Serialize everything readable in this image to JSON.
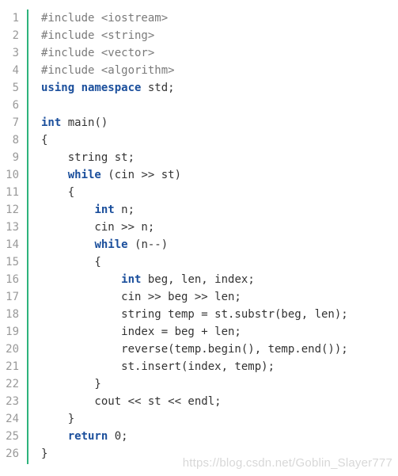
{
  "code": {
    "lines": [
      {
        "no": "1",
        "tokens": [
          {
            "t": "#include <iostream>",
            "k": "pre"
          }
        ]
      },
      {
        "no": "2",
        "tokens": [
          {
            "t": "#include <string>",
            "k": "pre"
          }
        ]
      },
      {
        "no": "3",
        "tokens": [
          {
            "t": "#include <vector>",
            "k": "pre"
          }
        ]
      },
      {
        "no": "4",
        "tokens": [
          {
            "t": "#include <algorithm>",
            "k": "pre"
          }
        ]
      },
      {
        "no": "5",
        "tokens": [
          {
            "t": "using namespace",
            "k": "kw"
          },
          {
            "t": " std;",
            "k": "plain"
          }
        ]
      },
      {
        "no": "6",
        "tokens": []
      },
      {
        "no": "7",
        "tokens": [
          {
            "t": "int",
            "k": "kw"
          },
          {
            "t": " main()",
            "k": "plain"
          }
        ]
      },
      {
        "no": "8",
        "tokens": [
          {
            "t": "{",
            "k": "plain"
          }
        ]
      },
      {
        "no": "9",
        "tokens": [
          {
            "t": "    string st;",
            "k": "plain"
          }
        ]
      },
      {
        "no": "10",
        "tokens": [
          {
            "t": "    ",
            "k": "plain"
          },
          {
            "t": "while",
            "k": "kw"
          },
          {
            "t": " (cin >> st)",
            "k": "plain"
          }
        ]
      },
      {
        "no": "11",
        "tokens": [
          {
            "t": "    {",
            "k": "plain"
          }
        ]
      },
      {
        "no": "12",
        "tokens": [
          {
            "t": "        ",
            "k": "plain"
          },
          {
            "t": "int",
            "k": "kw"
          },
          {
            "t": " n;",
            "k": "plain"
          }
        ]
      },
      {
        "no": "13",
        "tokens": [
          {
            "t": "        cin >> n;",
            "k": "plain"
          }
        ]
      },
      {
        "no": "14",
        "tokens": [
          {
            "t": "        ",
            "k": "plain"
          },
          {
            "t": "while",
            "k": "kw"
          },
          {
            "t": " (n--)",
            "k": "plain"
          }
        ]
      },
      {
        "no": "15",
        "tokens": [
          {
            "t": "        {",
            "k": "plain"
          }
        ]
      },
      {
        "no": "16",
        "tokens": [
          {
            "t": "            ",
            "k": "plain"
          },
          {
            "t": "int",
            "k": "kw"
          },
          {
            "t": " beg, len, index;",
            "k": "plain"
          }
        ]
      },
      {
        "no": "17",
        "tokens": [
          {
            "t": "            cin >> beg >> len;",
            "k": "plain"
          }
        ]
      },
      {
        "no": "18",
        "tokens": [
          {
            "t": "            string temp = st.substr(beg, len);",
            "k": "plain"
          }
        ]
      },
      {
        "no": "19",
        "tokens": [
          {
            "t": "            index = beg + len;",
            "k": "plain"
          }
        ]
      },
      {
        "no": "20",
        "tokens": [
          {
            "t": "            reverse(temp.begin(), temp.end());",
            "k": "plain"
          }
        ]
      },
      {
        "no": "21",
        "tokens": [
          {
            "t": "            st.insert(index, temp);",
            "k": "plain"
          }
        ]
      },
      {
        "no": "22",
        "tokens": [
          {
            "t": "        }",
            "k": "plain"
          }
        ]
      },
      {
        "no": "23",
        "tokens": [
          {
            "t": "        cout << st << endl;",
            "k": "plain"
          }
        ]
      },
      {
        "no": "24",
        "tokens": [
          {
            "t": "    }",
            "k": "plain"
          }
        ]
      },
      {
        "no": "25",
        "tokens": [
          {
            "t": "    ",
            "k": "plain"
          },
          {
            "t": "return",
            "k": "kw"
          },
          {
            "t": " 0;",
            "k": "plain"
          }
        ]
      },
      {
        "no": "26",
        "tokens": [
          {
            "t": "}",
            "k": "plain"
          }
        ]
      }
    ]
  },
  "watermark": "https://blog.csdn.net/Goblin_Slayer777",
  "colors": {
    "keyword": "#1b4f9c",
    "preprocessor": "#7a7a7a",
    "text": "#333333",
    "line_number": "#999999",
    "gutter_divider": "#2eb37c"
  }
}
